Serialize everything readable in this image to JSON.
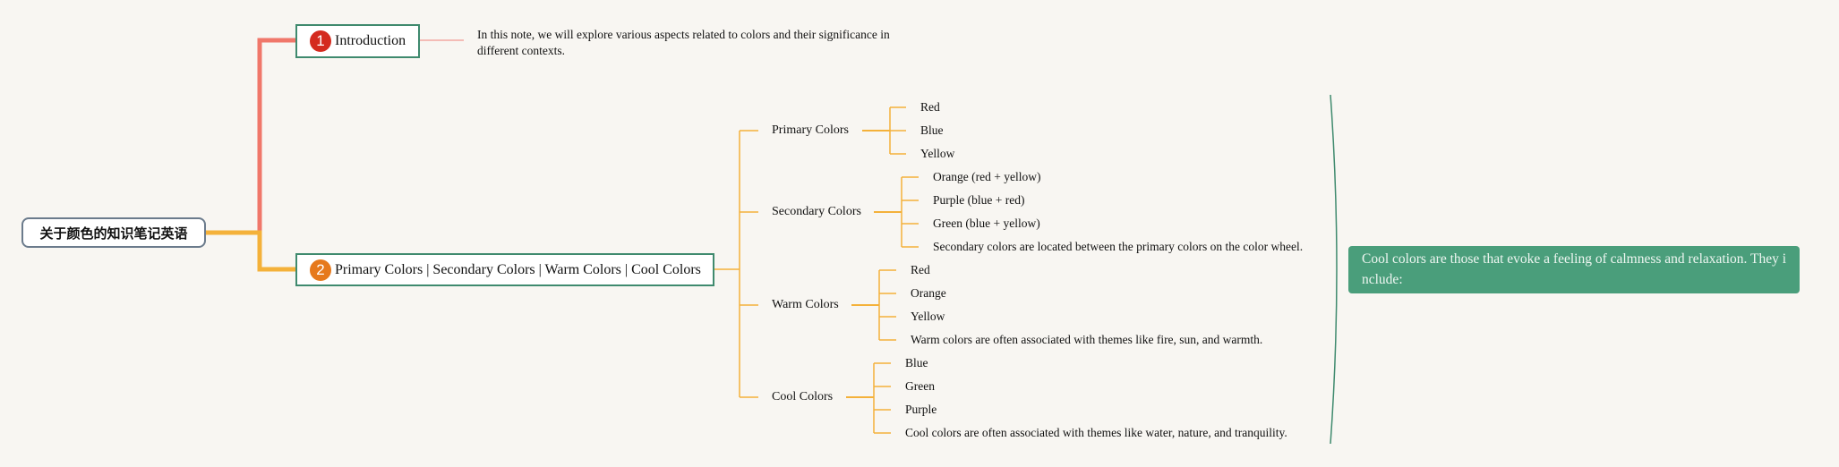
{
  "root": {
    "label": "关于颜色的知识笔记英语"
  },
  "topics": [
    {
      "number": "1",
      "label": "Introduction",
      "note": "In this note, we will explore various aspects related to colors and their significance in different contexts."
    },
    {
      "number": "2",
      "label": "Primary Colors | Secondary Colors | Warm Colors | Cool Colors"
    }
  ],
  "groups": [
    {
      "label": "Primary Colors",
      "items": [
        "Red",
        "Blue",
        "Yellow"
      ]
    },
    {
      "label": "Secondary Colors",
      "items": [
        "Orange (red + yellow)",
        "Purple (blue + red)",
        "Green (blue + yellow)",
        "Secondary colors are located between the primary colors on the color wheel."
      ]
    },
    {
      "label": "Warm Colors",
      "items": [
        "Red",
        "Orange",
        "Yellow",
        "Warm colors are often associated with themes like fire, sun, and warmth."
      ]
    },
    {
      "label": "Cool Colors",
      "items": [
        "Blue",
        "Green",
        "Purple",
        "Cool colors are often associated with themes like water, nature, and tranquility."
      ]
    }
  ],
  "callout": {
    "text": "Cool colors are those that evoke a feeling of calmness and relaxation. They include:"
  },
  "colors": {
    "branch1": "#f0776a",
    "branch2": "#f4b13a",
    "topic_border": "#3f8a6e",
    "callout_bg": "#4a9e7b",
    "note_line": "#f3a9a2",
    "bracket": "#3f8a6e"
  }
}
